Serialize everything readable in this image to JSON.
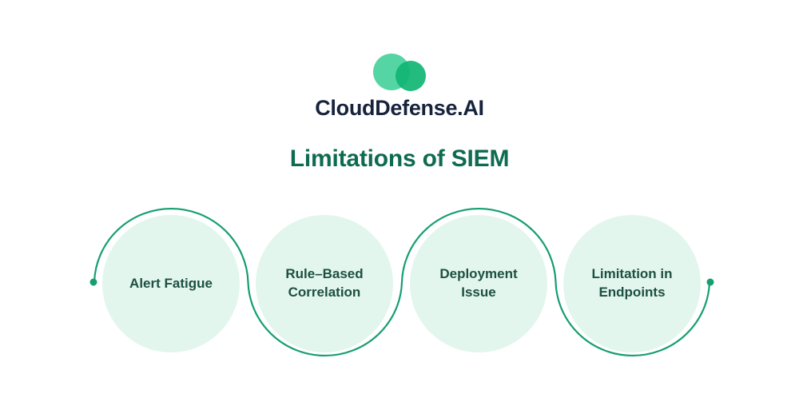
{
  "brand": {
    "name": "CloudDefense.AI"
  },
  "title": "Limitations of SIEM",
  "items": [
    {
      "line1": "Alert Fatigue"
    },
    {
      "line1": "Rule–Based",
      "line2": "Correlation"
    },
    {
      "line1": "Deployment",
      "line2": "Issue"
    },
    {
      "line1": "Limitation in",
      "line2": "Endpoints"
    }
  ],
  "colors": {
    "accent": "#169e72",
    "circle-fill": "#e2f6ed",
    "label": "#1d4f42",
    "title": "#0e6b50",
    "brand-text": "#16233b",
    "logo-left": "#55d5a4",
    "logo-right": "#10b573"
  }
}
